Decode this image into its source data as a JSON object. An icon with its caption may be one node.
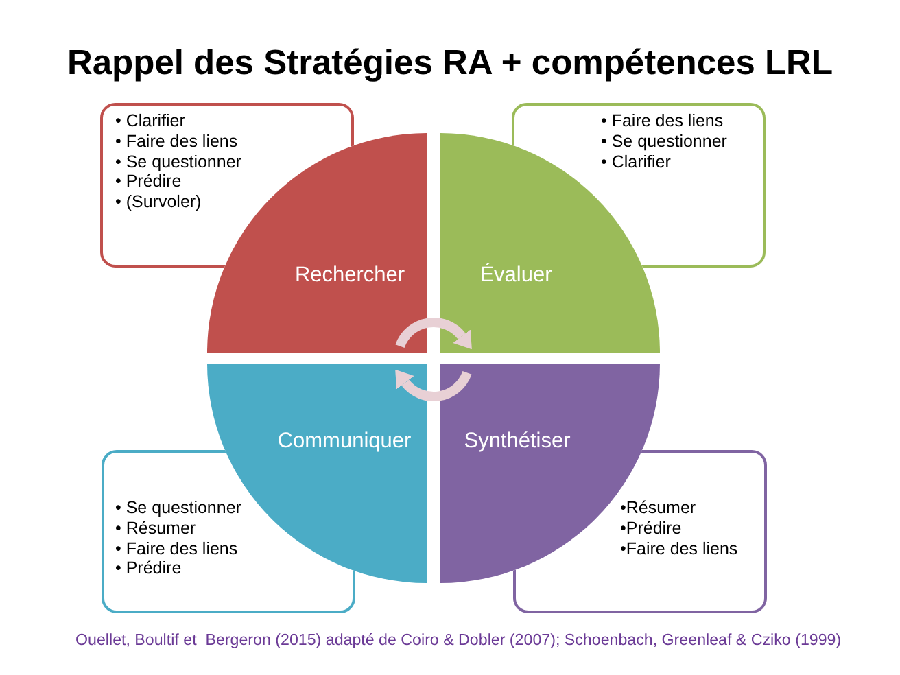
{
  "diagram": {
    "title": "Rappel des Stratégies RA + compétences LRL",
    "nodes": [
      {
        "text": [
          "• Clarifier",
          "• Faire des liens",
          "• Se questionner",
          "• Prédire",
          "• (Survoler)"
        ]
      },
      {
        "text": [
          "• Faire des liens",
          "• Se questionner",
          "• Clarifier"
        ]
      },
      {
        "text": [
          "Rechercher"
        ]
      },
      {
        "text": [
          "Évaluer"
        ]
      },
      {
        "text": [
          "Communiquer"
        ]
      },
      {
        "text": [
          "Synthétiser"
        ]
      },
      {
        "text": [
          "• Se questionner",
          "• Résumer",
          "• Faire des liens",
          "• Prédire"
        ]
      },
      {
        "text": [
          "•Résumer",
          "•Prédire",
          "•Faire des liens"
        ]
      }
    ],
    "edges": [
      {
        "from": 2,
        "to": 3,
        "arrow": "to"
      },
      {
        "from": 5,
        "to": 4,
        "arrow": "to"
      }
    ],
    "caption": "Ouellet, Boultif et  Bergeron (2015) adapté de Coiro & Dobler (2007); Schoenbach, Greenleaf & Cziko (1999)"
  }
}
